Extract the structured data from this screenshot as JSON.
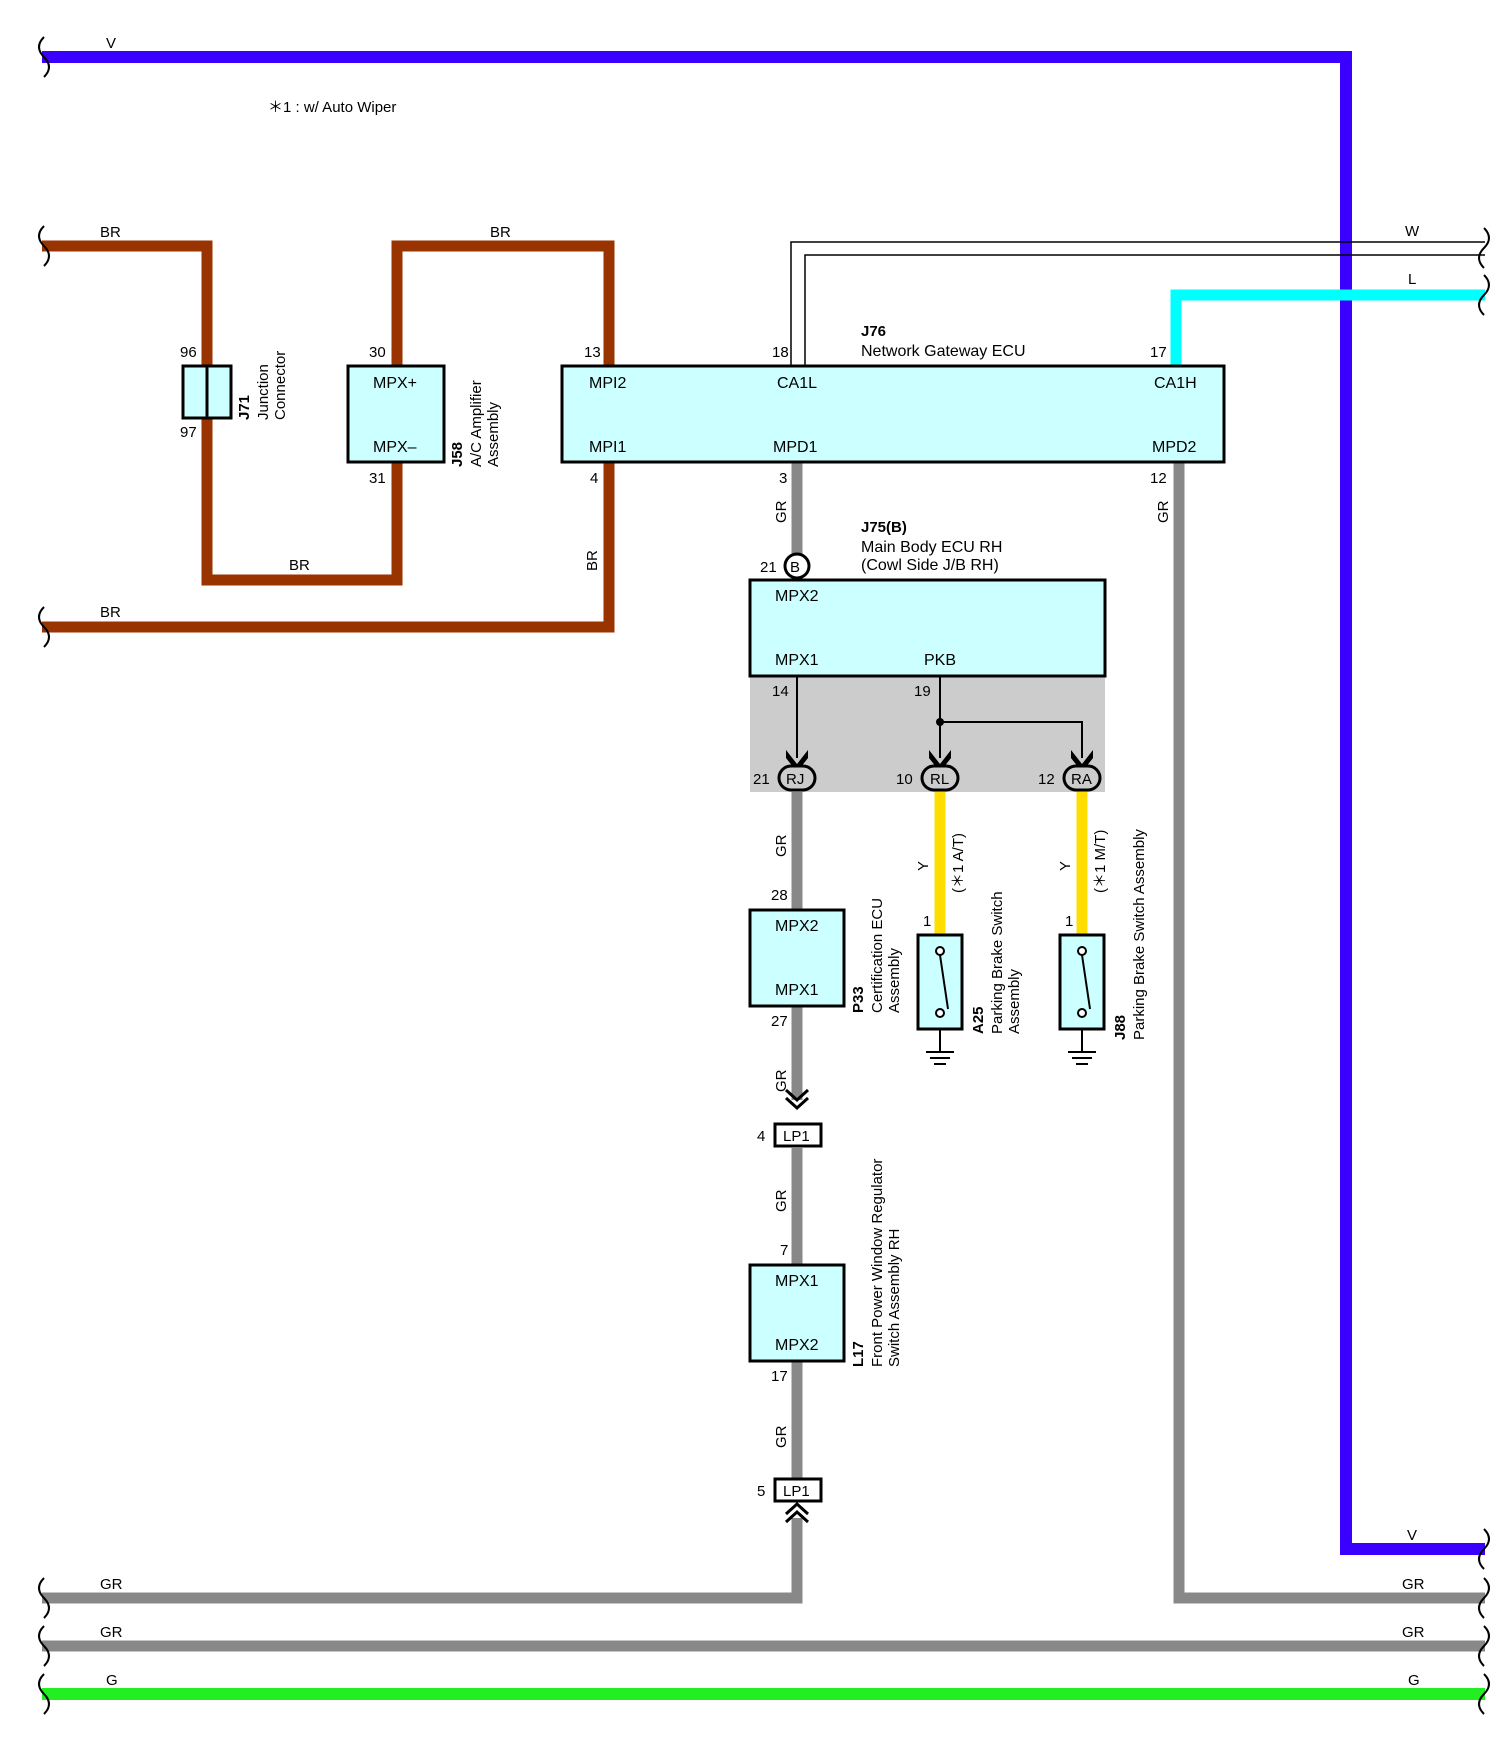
{
  "note": "＊1 : w/ Auto Wiper",
  "colors": {
    "V": "#3a00ff",
    "BR": "#993300",
    "GR": "#888888",
    "G": "#22ee22",
    "L": "#00ffff",
    "W": "#ffffff",
    "Y": "#ffdd00",
    "component_fill": "#ccffff",
    "junction_area": "#cccccc"
  },
  "wire_labels": {
    "v_top": "V",
    "v_right": "V",
    "br_top_left": "BR",
    "br_top_mid": "BR",
    "br_mid": "BR",
    "br_vert": "BR",
    "br_bottom_left": "BR",
    "w_right": "W",
    "l_right": "L",
    "gr_j76_3": "GR",
    "gr_j76_12": "GR",
    "gr_rj": "GR",
    "gr_p33_27": "GR",
    "gr_lp1_4": "GR",
    "gr_l17_17": "GR",
    "gr_bus1_left": "GR",
    "gr_bus1_right": "GR",
    "gr_bus2_left": "GR",
    "gr_bus2_right": "GR",
    "g_left": "G",
    "g_right": "G",
    "y_rl": "Y",
    "y_ra": "Y",
    "at_note": "(＊1 A/T)",
    "mt_note": "(＊1 M/T)"
  },
  "components": {
    "j71": {
      "code": "J71",
      "name_line1": "Junction",
      "name_line2": "Connector",
      "pin_top": "96",
      "pin_bottom": "97"
    },
    "j58": {
      "code": "J58",
      "name_line1": "A/C Amplifier",
      "name_line2": "Assembly",
      "pin_top": "30",
      "pin_bottom": "31",
      "term_top": "MPX+",
      "term_bottom": "MPX–"
    },
    "j76": {
      "code": "J76",
      "name": "Network Gateway ECU",
      "pins": {
        "p13": "13",
        "p18": "18",
        "p17": "17",
        "p4": "4",
        "p3": "3",
        "p12": "12"
      },
      "terms": {
        "mpi2": "MPI2",
        "ca1l": "CA1L",
        "ca1h": "CA1H",
        "mpi1": "MPI1",
        "mpd1": "MPD1",
        "mpd2": "MPD2"
      }
    },
    "j75": {
      "code": "J75(B)",
      "name_line1": "Main Body ECU RH",
      "name_line2": "(Cowl Side J/B RH)",
      "pin_b": "21",
      "connector_b": "B",
      "pin_mpx1": "14",
      "pin_pkb": "19",
      "term_mpx2": "MPX2",
      "term_mpx1": "MPX1",
      "term_pkb": "PKB"
    },
    "junctions": {
      "rj_pin": "21",
      "rj": "RJ",
      "rl_pin": "10",
      "rl": "RL",
      "ra_pin": "12",
      "ra": "RA"
    },
    "p33": {
      "code": "P33",
      "name_line1": "Certification ECU",
      "name_line2": "Assembly",
      "pin_top": "28",
      "pin_bottom": "27",
      "term_top": "MPX2",
      "term_bottom": "MPX1"
    },
    "a25": {
      "code": "A25",
      "name_line1": "Parking Brake Switch",
      "name_line2": "Assembly",
      "pin": "1"
    },
    "j88": {
      "code": "J88",
      "name": "Parking Brake Switch Assembly",
      "pin": "1"
    },
    "lp1_a": {
      "pin": "4",
      "code": "LP1"
    },
    "lp1_b": {
      "pin": "5",
      "code": "LP1"
    },
    "l17": {
      "code": "L17",
      "name_line1": "Front Power Window Regulator",
      "name_line2": "Switch  Assembly RH",
      "pin_top": "7",
      "pin_bottom": "17",
      "term_top": "MPX1",
      "term_bottom": "MPX2"
    }
  }
}
